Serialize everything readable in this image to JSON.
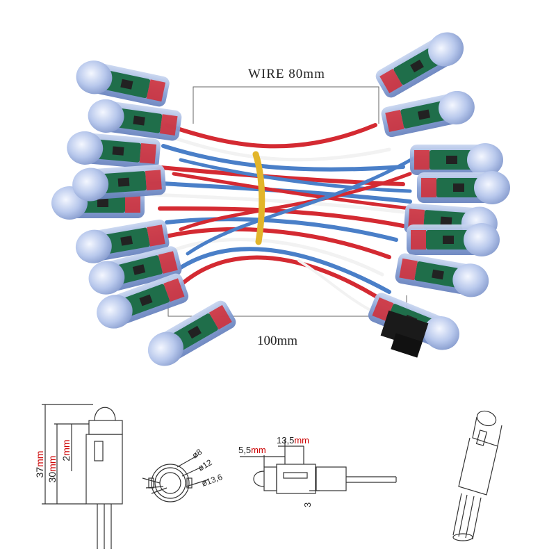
{
  "photo": {
    "wire_label": "WIRE 80mm",
    "spacing_label": "100mm"
  },
  "drawings": {
    "side_view": {
      "dim_total": "37",
      "dim_total_unit": "mm",
      "dim_body": "30",
      "dim_body_unit": "mm",
      "dim_small": "2",
      "dim_small_unit": "mm"
    },
    "top_view": {
      "d1": "ø8",
      "d2": "ø12",
      "d3": "ø13,6"
    },
    "front_view": {
      "dim_a": "5,5",
      "dim_a_unit": "mm",
      "dim_b": "13,5",
      "dim_b_unit": "mm",
      "dim_c": "3"
    }
  },
  "colors": {
    "wire_red": "#d42a32",
    "wire_blue": "#4a7fc8",
    "wire_white": "#f2f2f2",
    "pcb_green": "#1f6e4a",
    "led_body": "#9eb4dc",
    "unit_red": "#cc0000"
  }
}
